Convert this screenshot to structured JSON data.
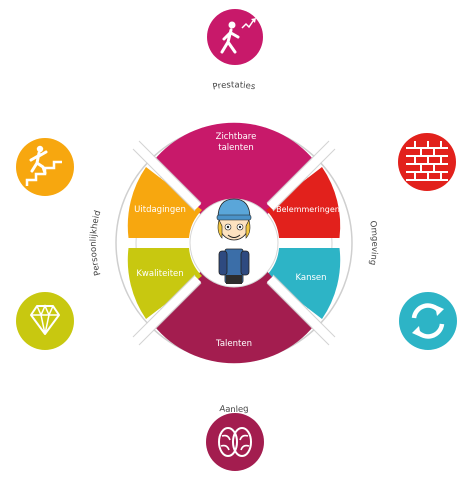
{
  "ring": {
    "top": "Prestaties",
    "right": "Omgeving",
    "bottom": "Aanleg",
    "left": "Persoonlijkheid"
  },
  "segments": {
    "top": {
      "line1": "Zichtbare",
      "line2": "talenten",
      "color": "#c8196a"
    },
    "upper_right": {
      "label": "Belemmeringen",
      "color": "#e2211c"
    },
    "lower_right": {
      "label": "Kansen",
      "color": "#2db4c6"
    },
    "bottom": {
      "label": "Talenten",
      "color": "#a31d4f"
    },
    "lower_left": {
      "label": "Kwaliteiten",
      "color": "#c8c810"
    },
    "upper_left": {
      "label": "Uitdagingen",
      "color": "#f7a70f"
    }
  },
  "icons": {
    "top": {
      "name": "walking-person-icon",
      "color": "#c8196a"
    },
    "upper_right": {
      "name": "brick-wall-icon",
      "color": "#e2211c"
    },
    "lower_right": {
      "name": "refresh-arrows-icon",
      "color": "#2db4c6"
    },
    "bottom": {
      "name": "brain-icon",
      "color": "#a31d4f"
    },
    "lower_left": {
      "name": "diamond-icon",
      "color": "#c8c810"
    },
    "upper_left": {
      "name": "climbing-stairs-icon",
      "color": "#f7a70f"
    }
  },
  "ring_border_color": "#d9d9d9"
}
